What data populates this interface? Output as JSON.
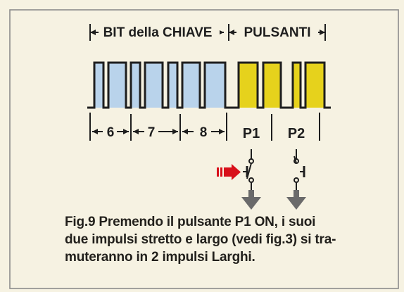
{
  "header": {
    "bits_label": "BIT della CHIAVE",
    "buttons_label": "PULSANTI"
  },
  "bit_labels": [
    "6",
    "7",
    "8"
  ],
  "button_labels": [
    "P1",
    "P2"
  ],
  "caption": {
    "lines": [
      "Fig.9 Premendo il pulsante P1 ON, i suoi",
      "due impulsi stretto e largo (vedi fig.3) si tra-",
      "muteranno in 2 impulsi Larghi."
    ]
  },
  "colors": {
    "background": "#f6f2e2",
    "frame": "#8c8c8c",
    "bit_pulse": "#b9d3eb",
    "button_pulse": "#e6d21c",
    "signal_line": "#1e1e1e",
    "arrow_red": "#d8101a",
    "ground_gray": "#6a6a6a"
  }
}
